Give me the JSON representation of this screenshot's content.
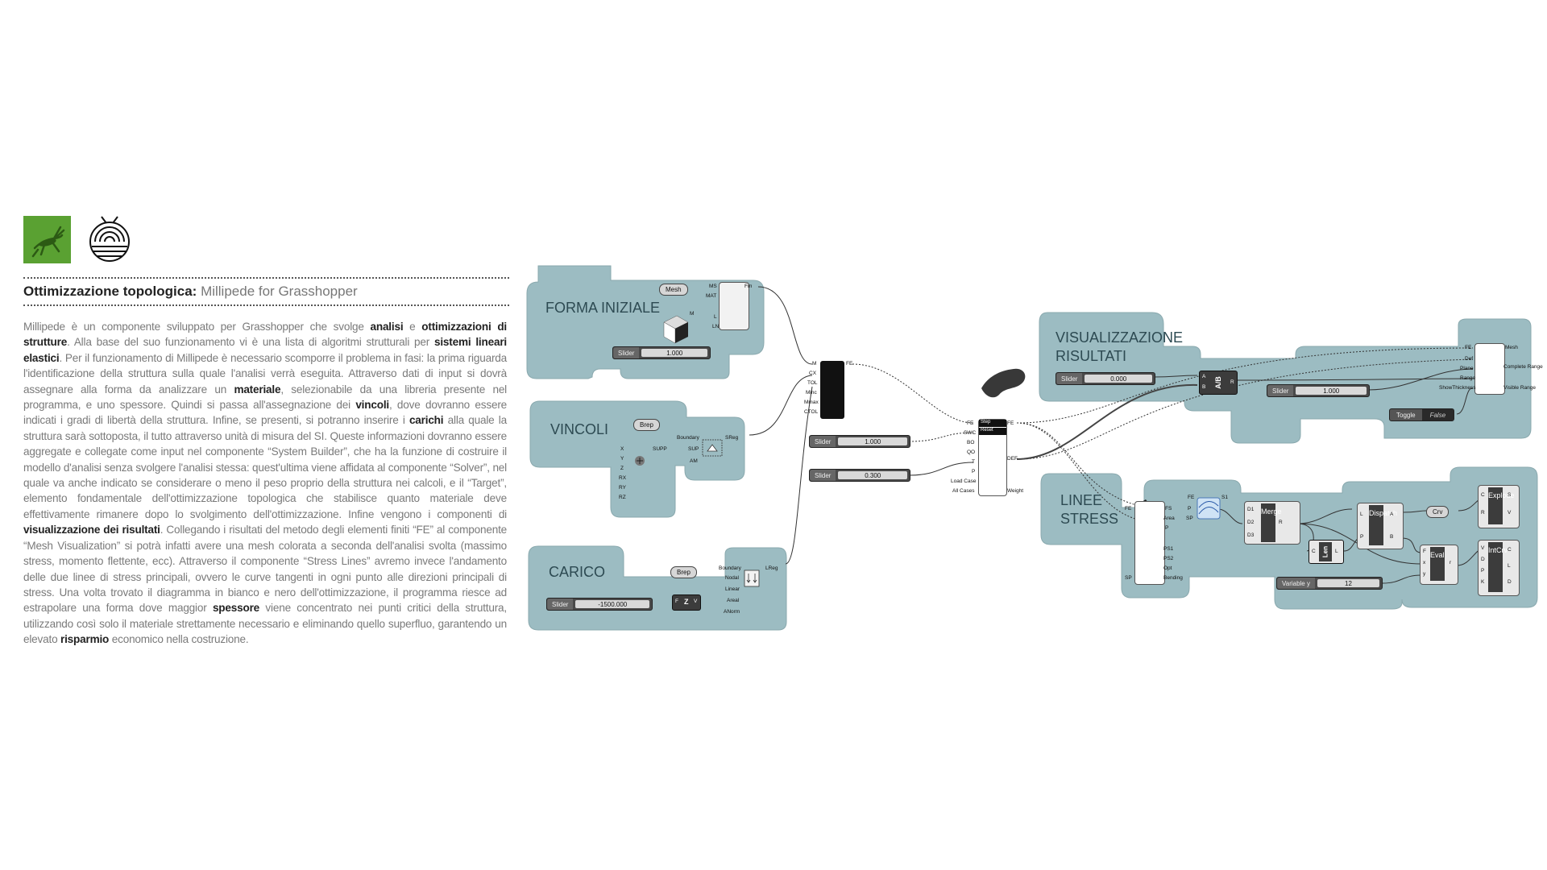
{
  "header": {
    "title_bold": "Ottimizzazione topologica:",
    "title_light": " Millipede for Grasshopper",
    "logo_left_icon": "grasshopper-icon",
    "logo_right_icon": "millipede-icon"
  },
  "paragraph": {
    "p01": "Millipede è un componente sviluppato per Grasshopper che svolge ",
    "b01": "analisi",
    "p02": " e ",
    "b02": "ottimizzazioni di strutture",
    "p03": ". Alla base del suo funzionamento vi è una lista di algoritmi strutturali per ",
    "b03": "sistemi lineari elastici",
    "p04": ". Per il funzionamento di Millipede è necessario scomporre il problema in fasi: la prima riguarda l'identificazione della struttura sulla quale l'analisi verrà eseguita. Attraverso dati di input si dovrà assegnare alla forma da analizzare un ",
    "b04": "materiale",
    "p05": ", selezionabile da una libreria presente nel programma, e uno spessore. Quindi si passa all'assegnazione dei ",
    "b05": "vincoli",
    "p06": ", dove dovranno essere indicati i gradi di libertà della struttura. Infine, se presenti, si potranno inserire i ",
    "b06": "carichi",
    "p07": " alla quale la struttura sarà sottoposta, il tutto attraverso unità di misura del SI. Queste informazioni dovranno essere aggregate e collegate come input nel componente “System Builder”, che ha la funzione di costruire il modello d'analisi senza svolgere l'analisi stessa: quest'ultima viene affidata al componente “Solver”, nel quale va anche indicato se considerare o meno il peso proprio della struttura nei calcoli, e il “Target”, elemento fondamentale dell'ottimizzazione topologica che stabilisce quanto materiale deve effettivamente rimanere dopo lo svolgimento dell'ottimizzazione. Infine vengono i componenti di ",
    "b07": "visualizzazione dei risultati",
    "p08": ". Collegando i risultati del metodo degli elementi finiti “FE” al componente “Mesh Visualization” si potrà infatti avere una mesh colorata a seconda dell'analisi svolta (massimo stress, momento flettente, ecc). Attraverso il componente “Stress Lines” avremo invece l'andamento delle due linee di stress principali, ovvero le curve tangenti in ogni punto alle direzioni principali di stress. Una volta trovato il diagramma in bianco e nero dell'ottimizzazione, il programma riesce ad estrapolare una forma dove maggior ",
    "b08": "spessore",
    "p09": " viene concentrato nei punti critici della struttura, utilizzando così solo il materiale strettamente necessario e eliminando quello superfluo, garantendo un elevato ",
    "b09": "risparmio",
    "p10": " economico nella costruzione."
  },
  "groups": {
    "forma": "FORMA INIZIALE",
    "vincoli": "VINCOLI",
    "carico": "CARICO",
    "vis1": "VISUALIZZAZIONE",
    "vis2": "RISULTATI",
    "linee1": "LINEE",
    "linee2": "STRESS"
  },
  "components": {
    "mesh_pill": "Mesh",
    "brep_pill1": "Brep",
    "brep_pill2": "Brep",
    "forma_ports_in": [
      "MS",
      "MAT",
      "M",
      "L",
      "LN"
    ],
    "forma_port_out": "Fm",
    "vincoli_ports_in": [
      "X",
      "Y",
      "Z",
      "RX",
      "RY",
      "RZ"
    ],
    "vincoli_supp": "SUPP",
    "vincoli_sup": "SUP",
    "vincoli_boundary": "Boundary",
    "vincoli_am": "AM",
    "vincoli_out": "SReg",
    "carico_ports": [
      "Boundary",
      "Nodal",
      "Linear",
      "Areal",
      "ANorm"
    ],
    "carico_out": "LReg",
    "carico_fy": "F",
    "carico_v": "V",
    "carico_z": "Z",
    "builder_ports_in": [
      "M",
      "CX",
      "TOL",
      "Minc",
      "Mmax",
      "CTOL"
    ],
    "builder_out": "FE",
    "solver_ports_in": [
      "FE",
      "SWC",
      "BO",
      "QO",
      "T",
      "P",
      "Load Case",
      "All Cases"
    ],
    "solver_out_fe": "FE",
    "solver_out_def": "DEF",
    "solver_out_weight": "Weight",
    "solver_step": "Step",
    "solver_reset": "Reset",
    "ab_label": "A/B",
    "ab_in": [
      "A",
      "B"
    ],
    "ab_out": "R",
    "meshvis_in": [
      "FE",
      "Def",
      "Plane",
      "Range",
      "ShowThickness"
    ],
    "meshvis_out": [
      "Mesh",
      "Complete Range",
      "Visible Range"
    ],
    "stress_in": [
      "FE",
      "FS",
      "Area",
      "P",
      "PS1",
      "PS2",
      "Opt",
      "SP"
    ],
    "stress_out": [
      "Bending"
    ],
    "stress_fe": "FE",
    "stress_pts": "P",
    "stress_sp": "SP",
    "stress_s1": "S1",
    "merge_label": "Merge",
    "merge_in": [
      "D1",
      "D2",
      "D3"
    ],
    "merge_out": "R",
    "len_label": "Len",
    "len_in": "C",
    "len_out": "L",
    "dispatch_label": "Dispatch",
    "dispatch_in": [
      "L",
      "P"
    ],
    "dispatch_out": [
      "A",
      "B"
    ],
    "crv_pill": "Crv",
    "eval_label": "Eval",
    "eval_in": [
      "F",
      "x",
      "y"
    ],
    "eval_out": "r",
    "explode_label": "Explode",
    "explode_in": [
      "C",
      "R"
    ],
    "explode_out": [
      "S",
      "V"
    ],
    "intcrv_label": "IntCrv",
    "intcrv_in": [
      "V",
      "D",
      "P",
      "K"
    ],
    "intcrv_out": [
      "C",
      "L",
      "D"
    ]
  },
  "sliders": {
    "forma": {
      "name": "Slider",
      "value": "1.000"
    },
    "carico": {
      "name": "Slider",
      "value": "-1500.000"
    },
    "solver1": {
      "name": "Slider",
      "value": "1.000"
    },
    "solver2": {
      "name": "Slider",
      "value": "0.300"
    },
    "vis_a": {
      "name": "Slider",
      "value": "0.000"
    },
    "vis_b": {
      "name": "Slider",
      "value": "1.000"
    },
    "variable": {
      "name": "Variable y",
      "value": "12"
    }
  },
  "toggle": {
    "name": "Toggle",
    "value": "False"
  },
  "colors": {
    "group_fill": "#9cbcc2",
    "group_stroke": "#8aa9ae",
    "grasshopper_green": "#5aa132"
  }
}
